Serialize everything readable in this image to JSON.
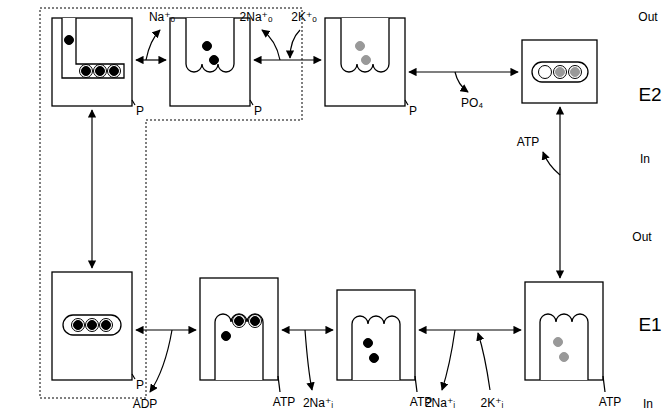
{
  "diagram": {
    "labels": [
      "Out",
      "E2",
      "In",
      "Out",
      "E1",
      "In",
      "Na⁺ₒ",
      "2Na⁺ₒ",
      "2K⁺ₒ",
      "PO₄",
      "ATP",
      "P",
      "P",
      "P",
      "P",
      "ADP",
      "ATP",
      "2Na⁺ᵢ",
      "ATP",
      "2Na⁺ᵢ",
      "2K⁺ᵢ",
      "ATP"
    ]
  }
}
